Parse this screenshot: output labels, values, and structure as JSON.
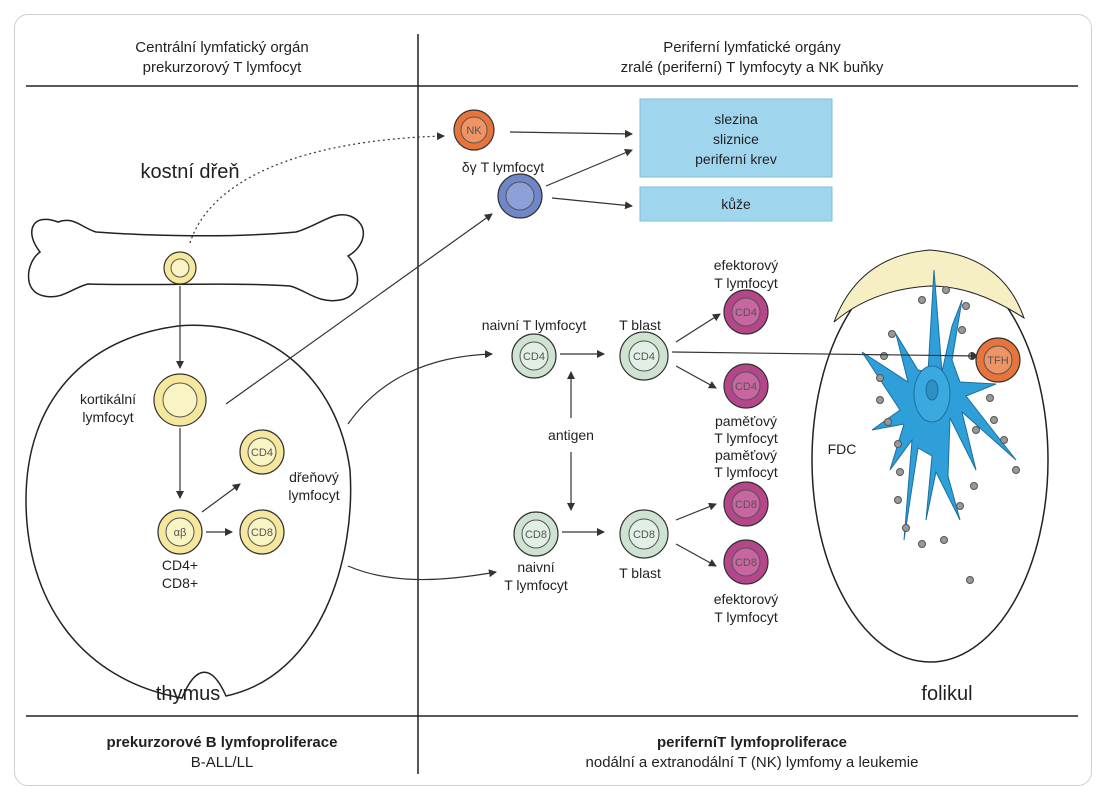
{
  "header": {
    "left_line1": "Centrální lymfatický orgán",
    "left_line2": "prekurzorový T lymfocyt",
    "right_line1": "Periferní lymfatické orgány",
    "right_line2": "zralé (periferní) T lymfocyty a NK buňky"
  },
  "footer": {
    "left_bold": "prekurzorové B lymfoproliferace",
    "left_sub": "B-ALL/LL",
    "right_bold": "periferníT lymfoproliferace",
    "right_sub": "nodální a extranodální T (NK) lymfomy a leukemie"
  },
  "labels": {
    "bone_marrow": "kostní dřeň",
    "thymus": "thymus",
    "follicle": "folikul",
    "cortical_1": "kortikální",
    "cortical_2": "lymfocyt",
    "medullary_1": "dřeňový",
    "medullary_2": "lymfocyt",
    "cd4plus": "CD4+",
    "cd8plus": "CD8+",
    "gd_t": "δγ T lymfocyt",
    "naive_t_top": "naivní T lymfocyt",
    "naive_bottom_1": "naivní",
    "naive_bottom_2": "T lymfocyt",
    "t_blast_top": "T blast",
    "t_blast_bottom": "T blast",
    "antigen": "antigen",
    "effector_top_1": "efektorový",
    "effector_top_2": "T lymfocyt",
    "memory_a_1": "paměťový",
    "memory_a_2": "T lymfocyt",
    "memory_b_1": "paměťový",
    "memory_b_2": "T lymfocyt",
    "effector_bottom_1": "efektorový",
    "effector_bottom_2": "T lymfocyt",
    "fdc": "FDC"
  },
  "boxes": {
    "tissue_1": "slezina",
    "tissue_2": "sliznice",
    "tissue_3": "periferní krev",
    "skin": "kůže"
  },
  "cells": {
    "nk": "NK",
    "cd4": "CD4",
    "cd8": "CD8",
    "ab": "αβ",
    "tfh": "TFH"
  },
  "colors": {
    "precursor": "#f5e79c",
    "naive": "#cfe3d3",
    "effector": "#b5468a",
    "nk": "#e8743b",
    "gd": "#6f86c9",
    "box": "#9fd6ee",
    "fdc": "#2e9fd8"
  }
}
